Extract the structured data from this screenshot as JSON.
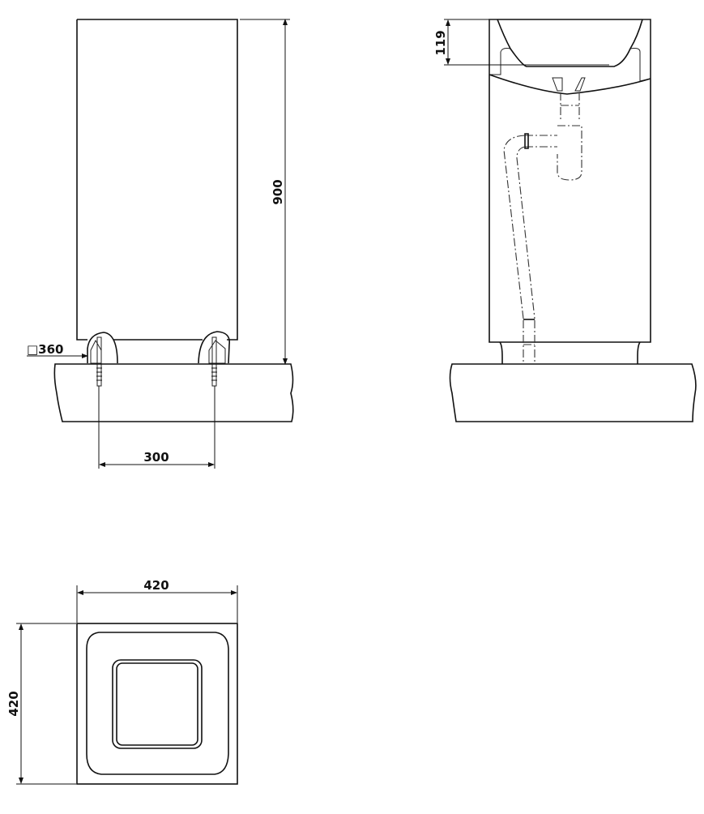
{
  "drawing": {
    "views": {
      "front_elevation": {
        "dimensions": {
          "height": "900",
          "base_square": "□360",
          "fixing_distance": "300"
        }
      },
      "side_section": {
        "dimensions": {
          "basin_depth": "119"
        }
      },
      "plan_view": {
        "dimensions": {
          "width": "420",
          "depth": "420"
        }
      }
    },
    "colors": {
      "line": "#111111",
      "background": "#ffffff"
    }
  }
}
